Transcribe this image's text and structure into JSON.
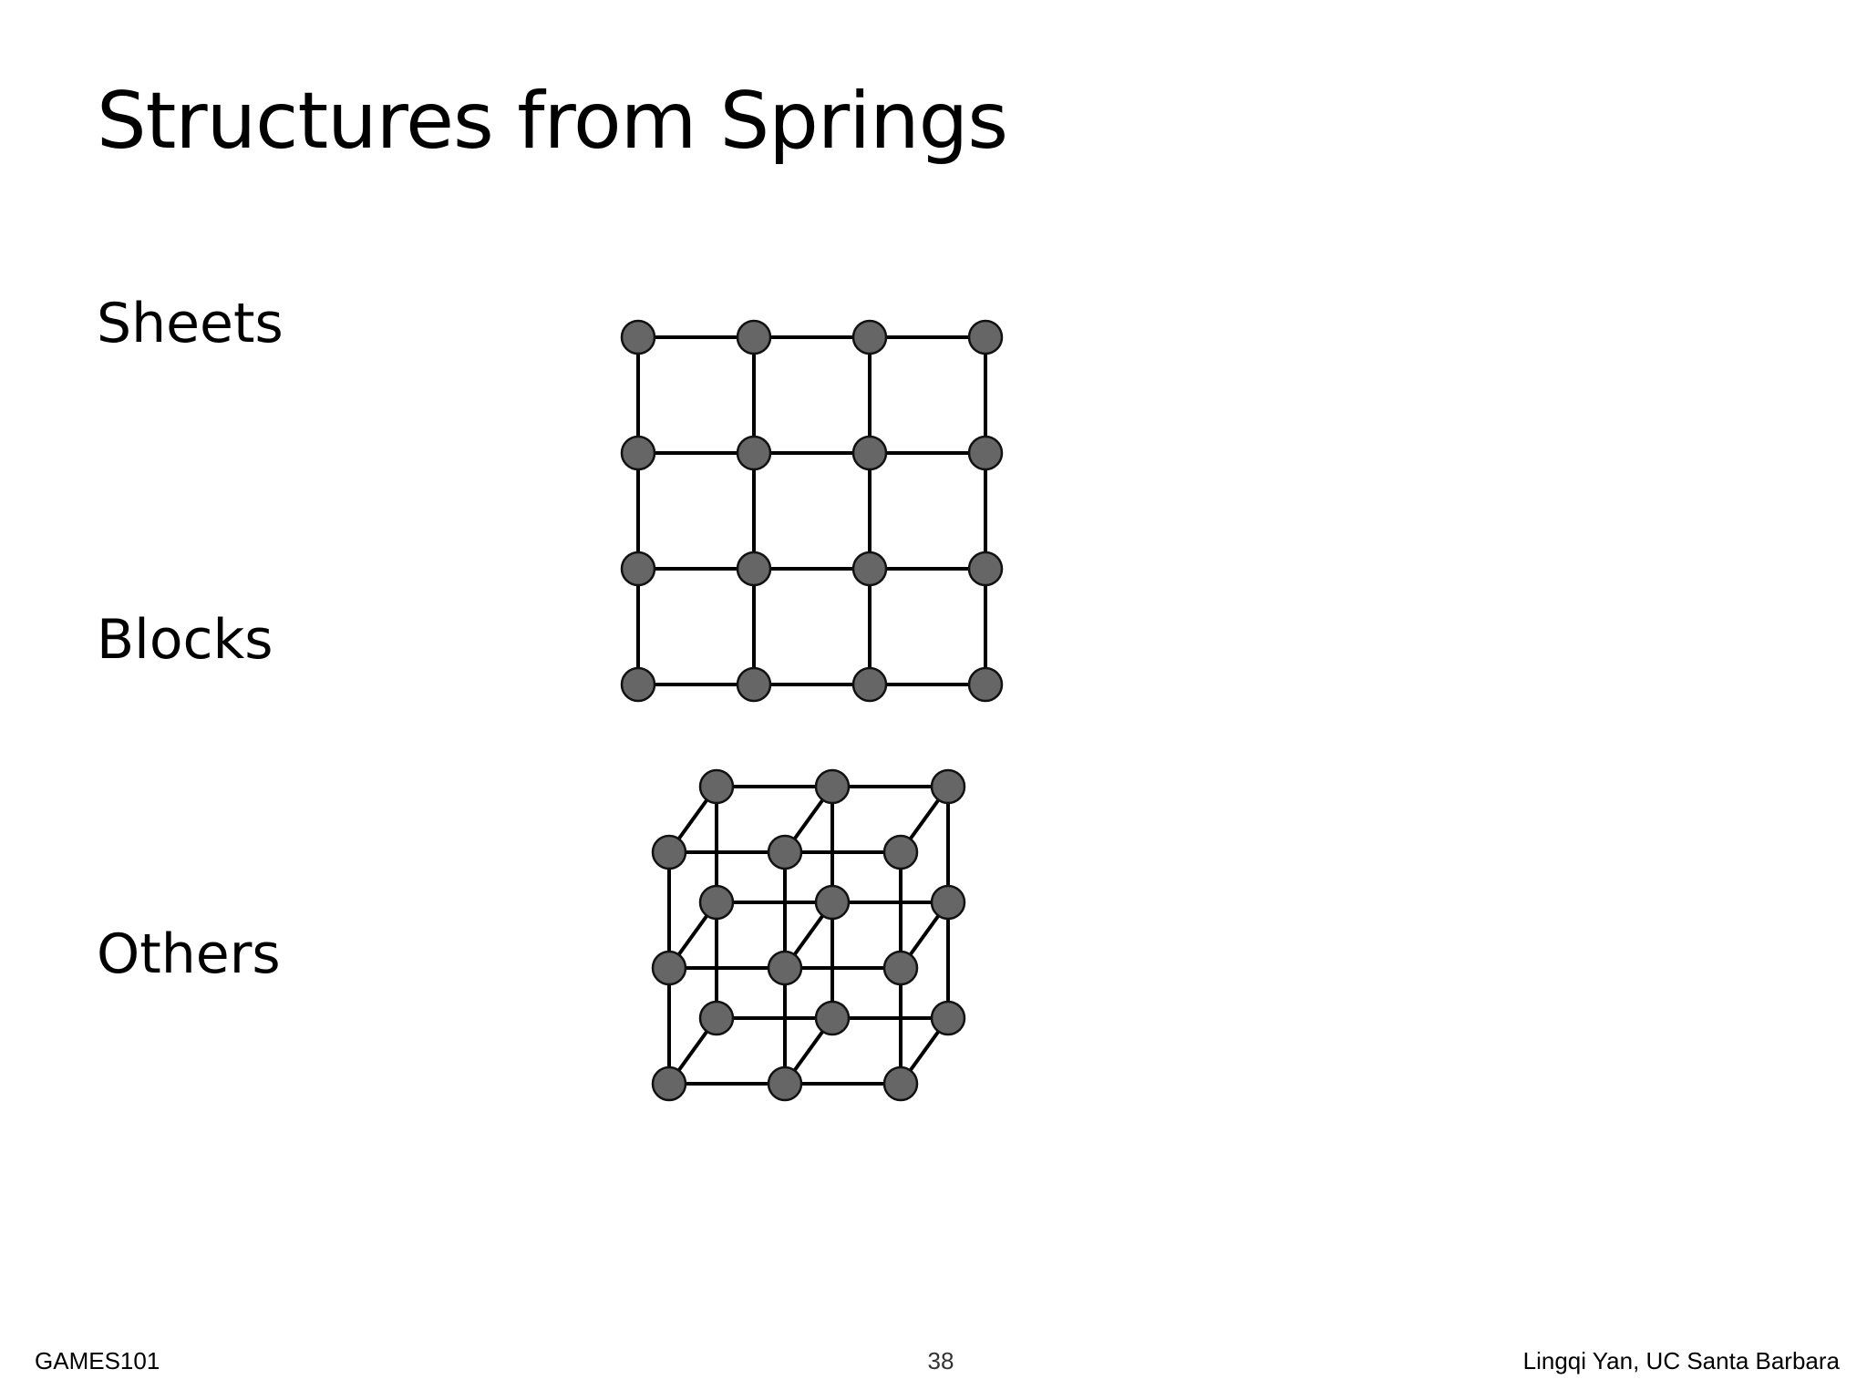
{
  "slide": {
    "title": "Structures from Springs",
    "bullets": [
      "Sheets",
      "Blocks",
      "Others"
    ]
  },
  "footer": {
    "course": "GAMES101",
    "page_number": "38",
    "author": "Lingqi Yan, UC Santa Barbara"
  },
  "diagrams": {
    "sheet_grid": {
      "rows": 4,
      "cols": 4
    },
    "block_lattice": {
      "nx": 3,
      "ny": 3,
      "nz": 2
    },
    "colors": {
      "mass_fill": "#666666",
      "mass_stroke": "#111111",
      "spring": "#000000"
    }
  }
}
